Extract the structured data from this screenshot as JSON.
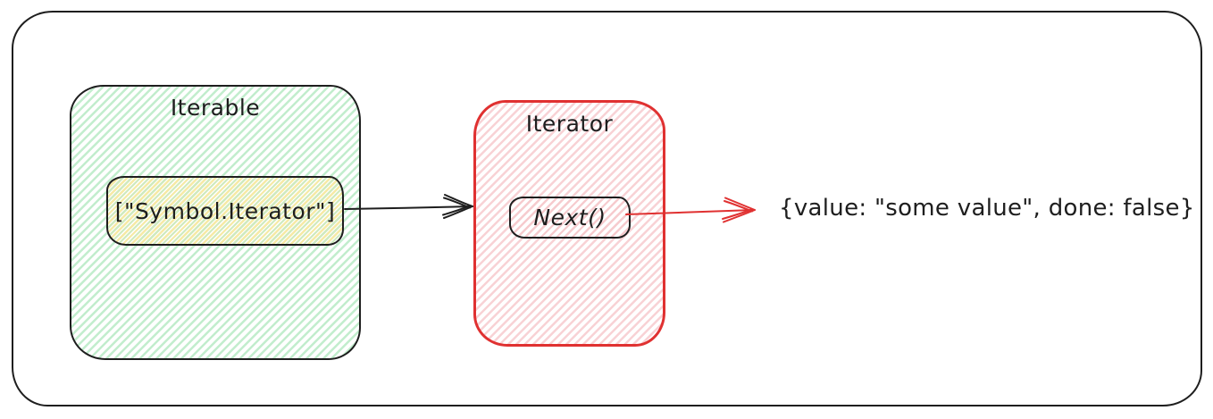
{
  "diagram": {
    "iterable": {
      "title": "Iterable",
      "method_label": "[\"Symbol.Iterator\"]"
    },
    "iterator": {
      "title": "Iterator",
      "method_label": "Next()"
    },
    "result_text": "{value: \"some value\", done: false}",
    "colors": {
      "canvas_bg": "#ffffff",
      "frame_stroke": "#1e1e1e",
      "iterable_border": "#1e1e1e",
      "iterable_hatch": "#b2f2bb",
      "symbol_pill_hatch_green": "#b2f2bb",
      "symbol_pill_hatch_yellow": "#ffec99",
      "iterator_border": "#e03131",
      "iterator_hatch": "#ffc9c9",
      "next_pill_border": "#1e1e1e",
      "arrow_primary": "#1e1e1e",
      "arrow_secondary": "#e03131",
      "text": "#1e1e1e"
    }
  }
}
